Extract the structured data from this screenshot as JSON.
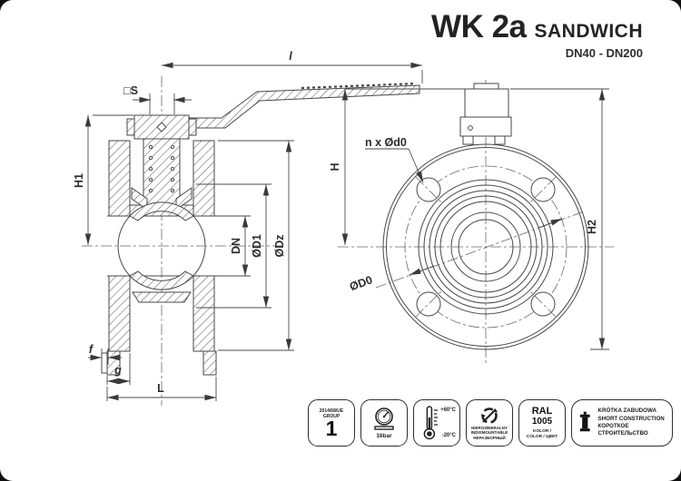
{
  "header": {
    "model": "WK 2a",
    "series": "SANDWICH",
    "dn_range": "DN40 - DN200"
  },
  "drawing": {
    "labels": {
      "lever_length": "l",
      "stem_square": "□S",
      "h1": "H1",
      "dn": "DN",
      "d1": "ØD1",
      "dz": "ØDz",
      "f": "f",
      "g": "g",
      "length": "L",
      "h": "H",
      "h2": "H2",
      "bolt_holes": "n x Ød0",
      "bolt_circle": "ØD0"
    }
  },
  "badges": {
    "directive": {
      "line1": "2014/68/UE",
      "line2": "GROUP",
      "number": "1"
    },
    "pressure": {
      "value": "16bar"
    },
    "temperature": {
      "max": "+60°C",
      "min": "-20°C"
    },
    "non_dismountable": {
      "line1": "NIEROZBIERALNY",
      "line2": "INDISMOUNTABLE",
      "line3": "НЕРАЗБОРНЫЙ"
    },
    "color": {
      "standard": "RAL",
      "code": "1005",
      "line1": "KOLOR /",
      "line2": "COLOR / ЦВЕТ"
    },
    "construction": {
      "line1": "KRÓTKA ZABUDOWA",
      "line2": "SHORT CONSTRUCTION",
      "line3": "КОРОТКОЕ СТРОИТЕЛЬСТВО"
    }
  },
  "colors": {
    "line": "#474747",
    "text": "#262626",
    "badge_border": "#2e2e2e"
  }
}
